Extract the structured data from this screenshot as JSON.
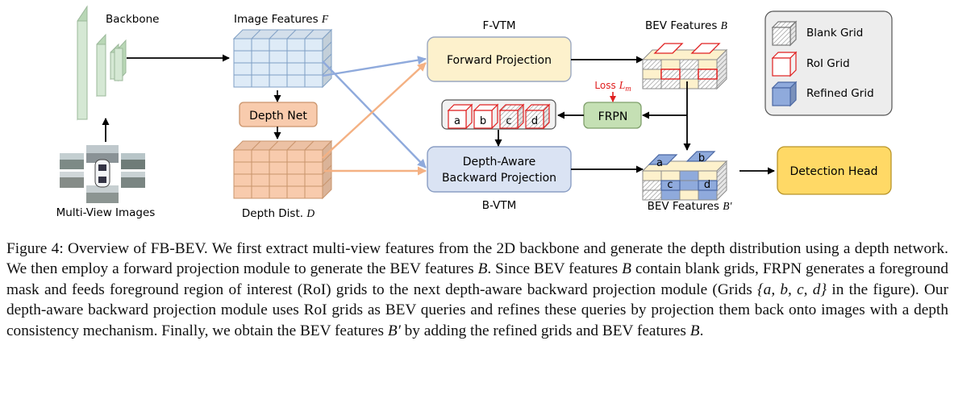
{
  "figure": {
    "labels": {
      "backbone": "Backbone",
      "multi_view_images": "Multi-View Images",
      "image_features": "Image Features",
      "image_features_sym": "F",
      "depth_net": "Depth Net",
      "depth_dist": "Depth Dist.",
      "depth_dist_sym": "D",
      "f_vtm": "F-VTM",
      "forward_projection": "Forward Projection",
      "backward_projection_line1": "Depth-Aware",
      "backward_projection_line2": "Backward Projection",
      "b_vtm": "B-VTM",
      "bev_features": "BEV Features",
      "bev_features_sym": "B",
      "bev_features_refined": "BEV Features",
      "bev_features_refined_sym": "B′",
      "frpn": "FRPN",
      "loss": "Loss",
      "loss_sym": "L",
      "loss_sub": "m",
      "detection_head": "Detection Head",
      "grid_letters": [
        "a",
        "b",
        "c",
        "d"
      ]
    },
    "legend": {
      "blank": "Blank Grid",
      "roi": "RoI Grid",
      "refined": "Refined Grid"
    },
    "colors": {
      "projection_box": "#fdf1cc",
      "backward_box": "#dae3f3",
      "depth_net": "#f8cbad",
      "frpn": "#c5e0b4",
      "detection_head": "#ffd966",
      "feature_grid": "#deebf7",
      "depth_grid": "#f8cbad",
      "roi_red": "#e02020",
      "refined_blue": "#8faadc",
      "arrow_blue": "#8faadc",
      "arrow_orange": "#f4b183",
      "backbone_green": "#d5e8d4"
    }
  },
  "caption": {
    "label": "Figure 4:",
    "s1": "Overview of FB-BEV. We first extract multi-view features from the 2D backbone and generate the depth distribution using a depth network. We then employ a forward projection module to generate the BEV features",
    "sym_b1": "B",
    "s2": ". Since BEV features",
    "sym_b2": "B",
    "s3": "contain blank grids, FRPN generates a foreground mask and feeds foreground region of interest (RoI) grids to the next depth-aware backward projection module (Grids",
    "grids_set": "{a, b, c, d}",
    "s4": "in the figure). Our depth-aware backward projection module uses RoI grids as BEV queries and refines these queries by projection them back onto images with a depth consistency mechanism. Finally, we obtain the BEV features",
    "sym_b_prime": "B′",
    "s5": "by adding the refined grids and BEV features",
    "sym_b3": "B",
    "s6": "."
  }
}
